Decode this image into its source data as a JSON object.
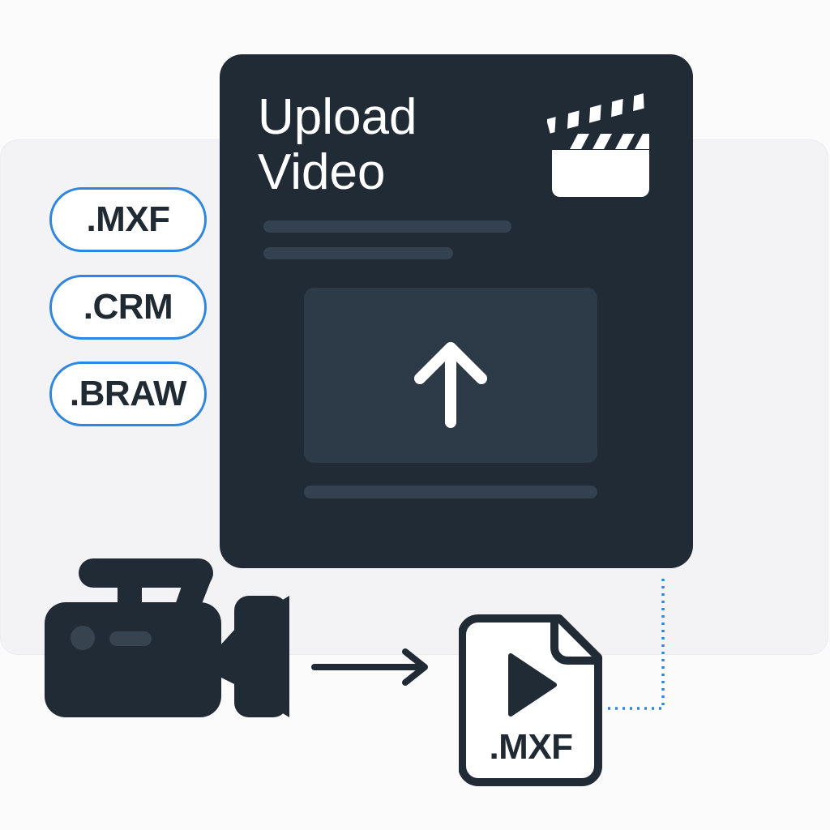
{
  "upload_card": {
    "title": "Upload\nVideo",
    "icon": "clapperboard-icon",
    "dropzone_icon": "upload-arrow-icon"
  },
  "formats": [
    ".MXF",
    ".CRM",
    ".BRAW"
  ],
  "source_icon": "video-camera-icon",
  "flow_icon": "right-arrow-icon",
  "output_file": {
    "icon": "video-file-icon",
    "extension": ".MXF"
  },
  "colors": {
    "card": "#202b35",
    "dropzone": "#2d3a47",
    "accent": "#2f86e0",
    "ink": "#1f2a33",
    "backdrop": "#f3f2f5"
  }
}
